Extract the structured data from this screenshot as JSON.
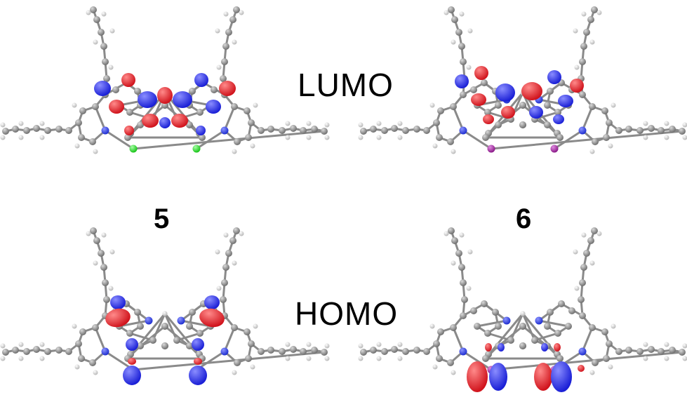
{
  "labels": {
    "lumo": "LUMO",
    "homo": "HOMO",
    "compound_left": "5",
    "compound_right": "6"
  },
  "colors": {
    "lobe_positive": "#d0131c",
    "lobe_negative": "#1a1fd6",
    "carbon": "#6f6f6f",
    "hydrogen": "#d8d8d8",
    "nitrogen": "#1f2fd0",
    "chlorine": "#18c418",
    "iodine": "#8a1a88",
    "bond": "#8a8a8a"
  }
}
